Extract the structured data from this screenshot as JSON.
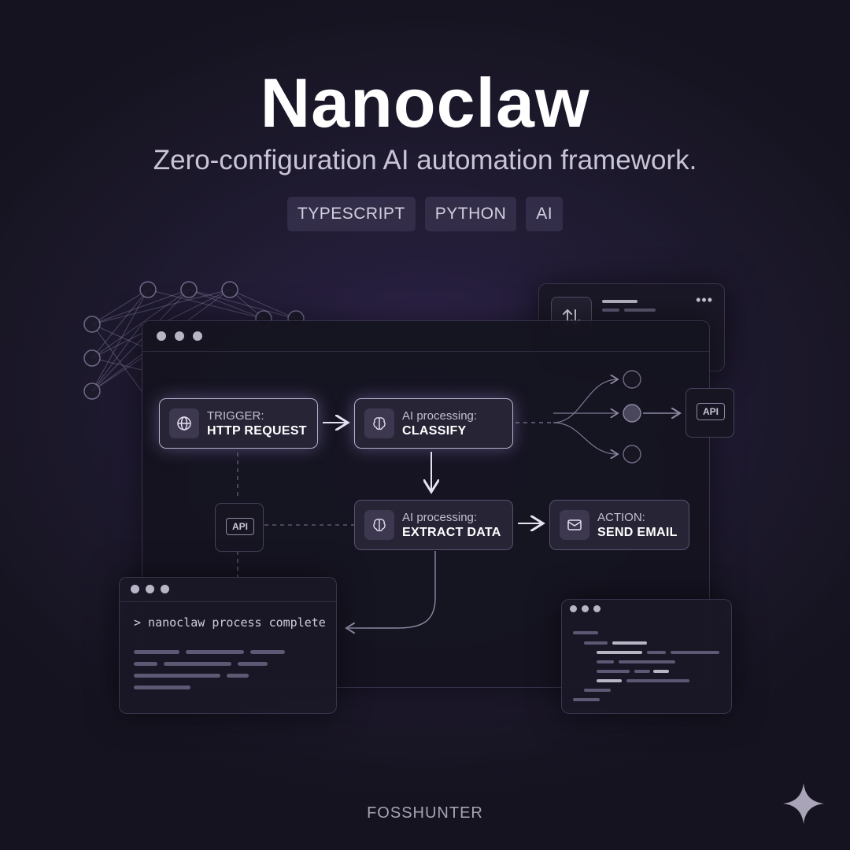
{
  "header": {
    "title": "Nanoclaw",
    "subtitle": "Zero-configuration AI automation framework.",
    "tags": [
      "TYPESCRIPT",
      "PYTHON",
      "AI"
    ]
  },
  "workflow": {
    "trigger": {
      "label": "TRIGGER:",
      "value": "HTTP REQUEST",
      "icon": "globe-icon"
    },
    "classify": {
      "label": "AI processing:",
      "value": "CLASSIFY",
      "icon": "brain-icon"
    },
    "extract": {
      "label": "AI processing:",
      "value": "EXTRACT DATA",
      "icon": "brain-icon"
    },
    "action": {
      "label": "ACTION:",
      "value": "SEND EMAIL",
      "icon": "mail-icon"
    },
    "api_label": "API"
  },
  "terminal": {
    "command": "> nanoclaw process complete"
  },
  "footer": {
    "brand": "FOSSHUNTER"
  },
  "colors": {
    "background": "#15131f",
    "accent_glow": "#5c408c",
    "node_fill": "#282538"
  }
}
